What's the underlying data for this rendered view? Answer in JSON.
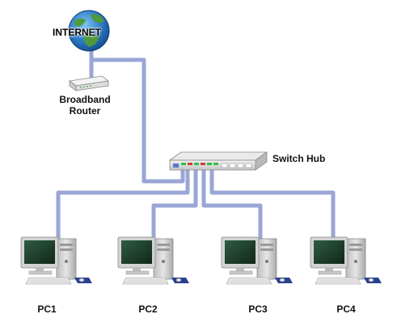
{
  "labels": {
    "internet": "INTERNET",
    "router_line1": "Broadband",
    "router_line2": "Router",
    "switch": "Switch Hub",
    "pc1": "PC1",
    "pc2": "PC2",
    "pc3": "PC3",
    "pc4": "PC4"
  },
  "colors": {
    "cable": "#9aa6d6",
    "cable_edge": "#7f8cc4",
    "monitor_screen": "#1e3a2c",
    "device_body": "#d8d8d8",
    "switch_led_green": "#2fbf4a",
    "switch_led_red": "#d43b3b",
    "switch_port_blue": "#5a78c8"
  },
  "nodes": [
    {
      "id": "internet",
      "icon": "globe-icon"
    },
    {
      "id": "router",
      "icon": "router-icon"
    },
    {
      "id": "switch",
      "icon": "switch-icon"
    },
    {
      "id": "pc1",
      "icon": "desktop-computer-icon"
    },
    {
      "id": "pc2",
      "icon": "desktop-computer-icon"
    },
    {
      "id": "pc3",
      "icon": "desktop-computer-icon"
    },
    {
      "id": "pc4",
      "icon": "desktop-computer-icon"
    }
  ],
  "edges": [
    {
      "from": "internet",
      "to": "router"
    },
    {
      "from": "router",
      "to": "switch"
    },
    {
      "from": "switch",
      "to": "pc1"
    },
    {
      "from": "switch",
      "to": "pc2"
    },
    {
      "from": "switch",
      "to": "pc3"
    },
    {
      "from": "switch",
      "to": "pc4"
    }
  ]
}
